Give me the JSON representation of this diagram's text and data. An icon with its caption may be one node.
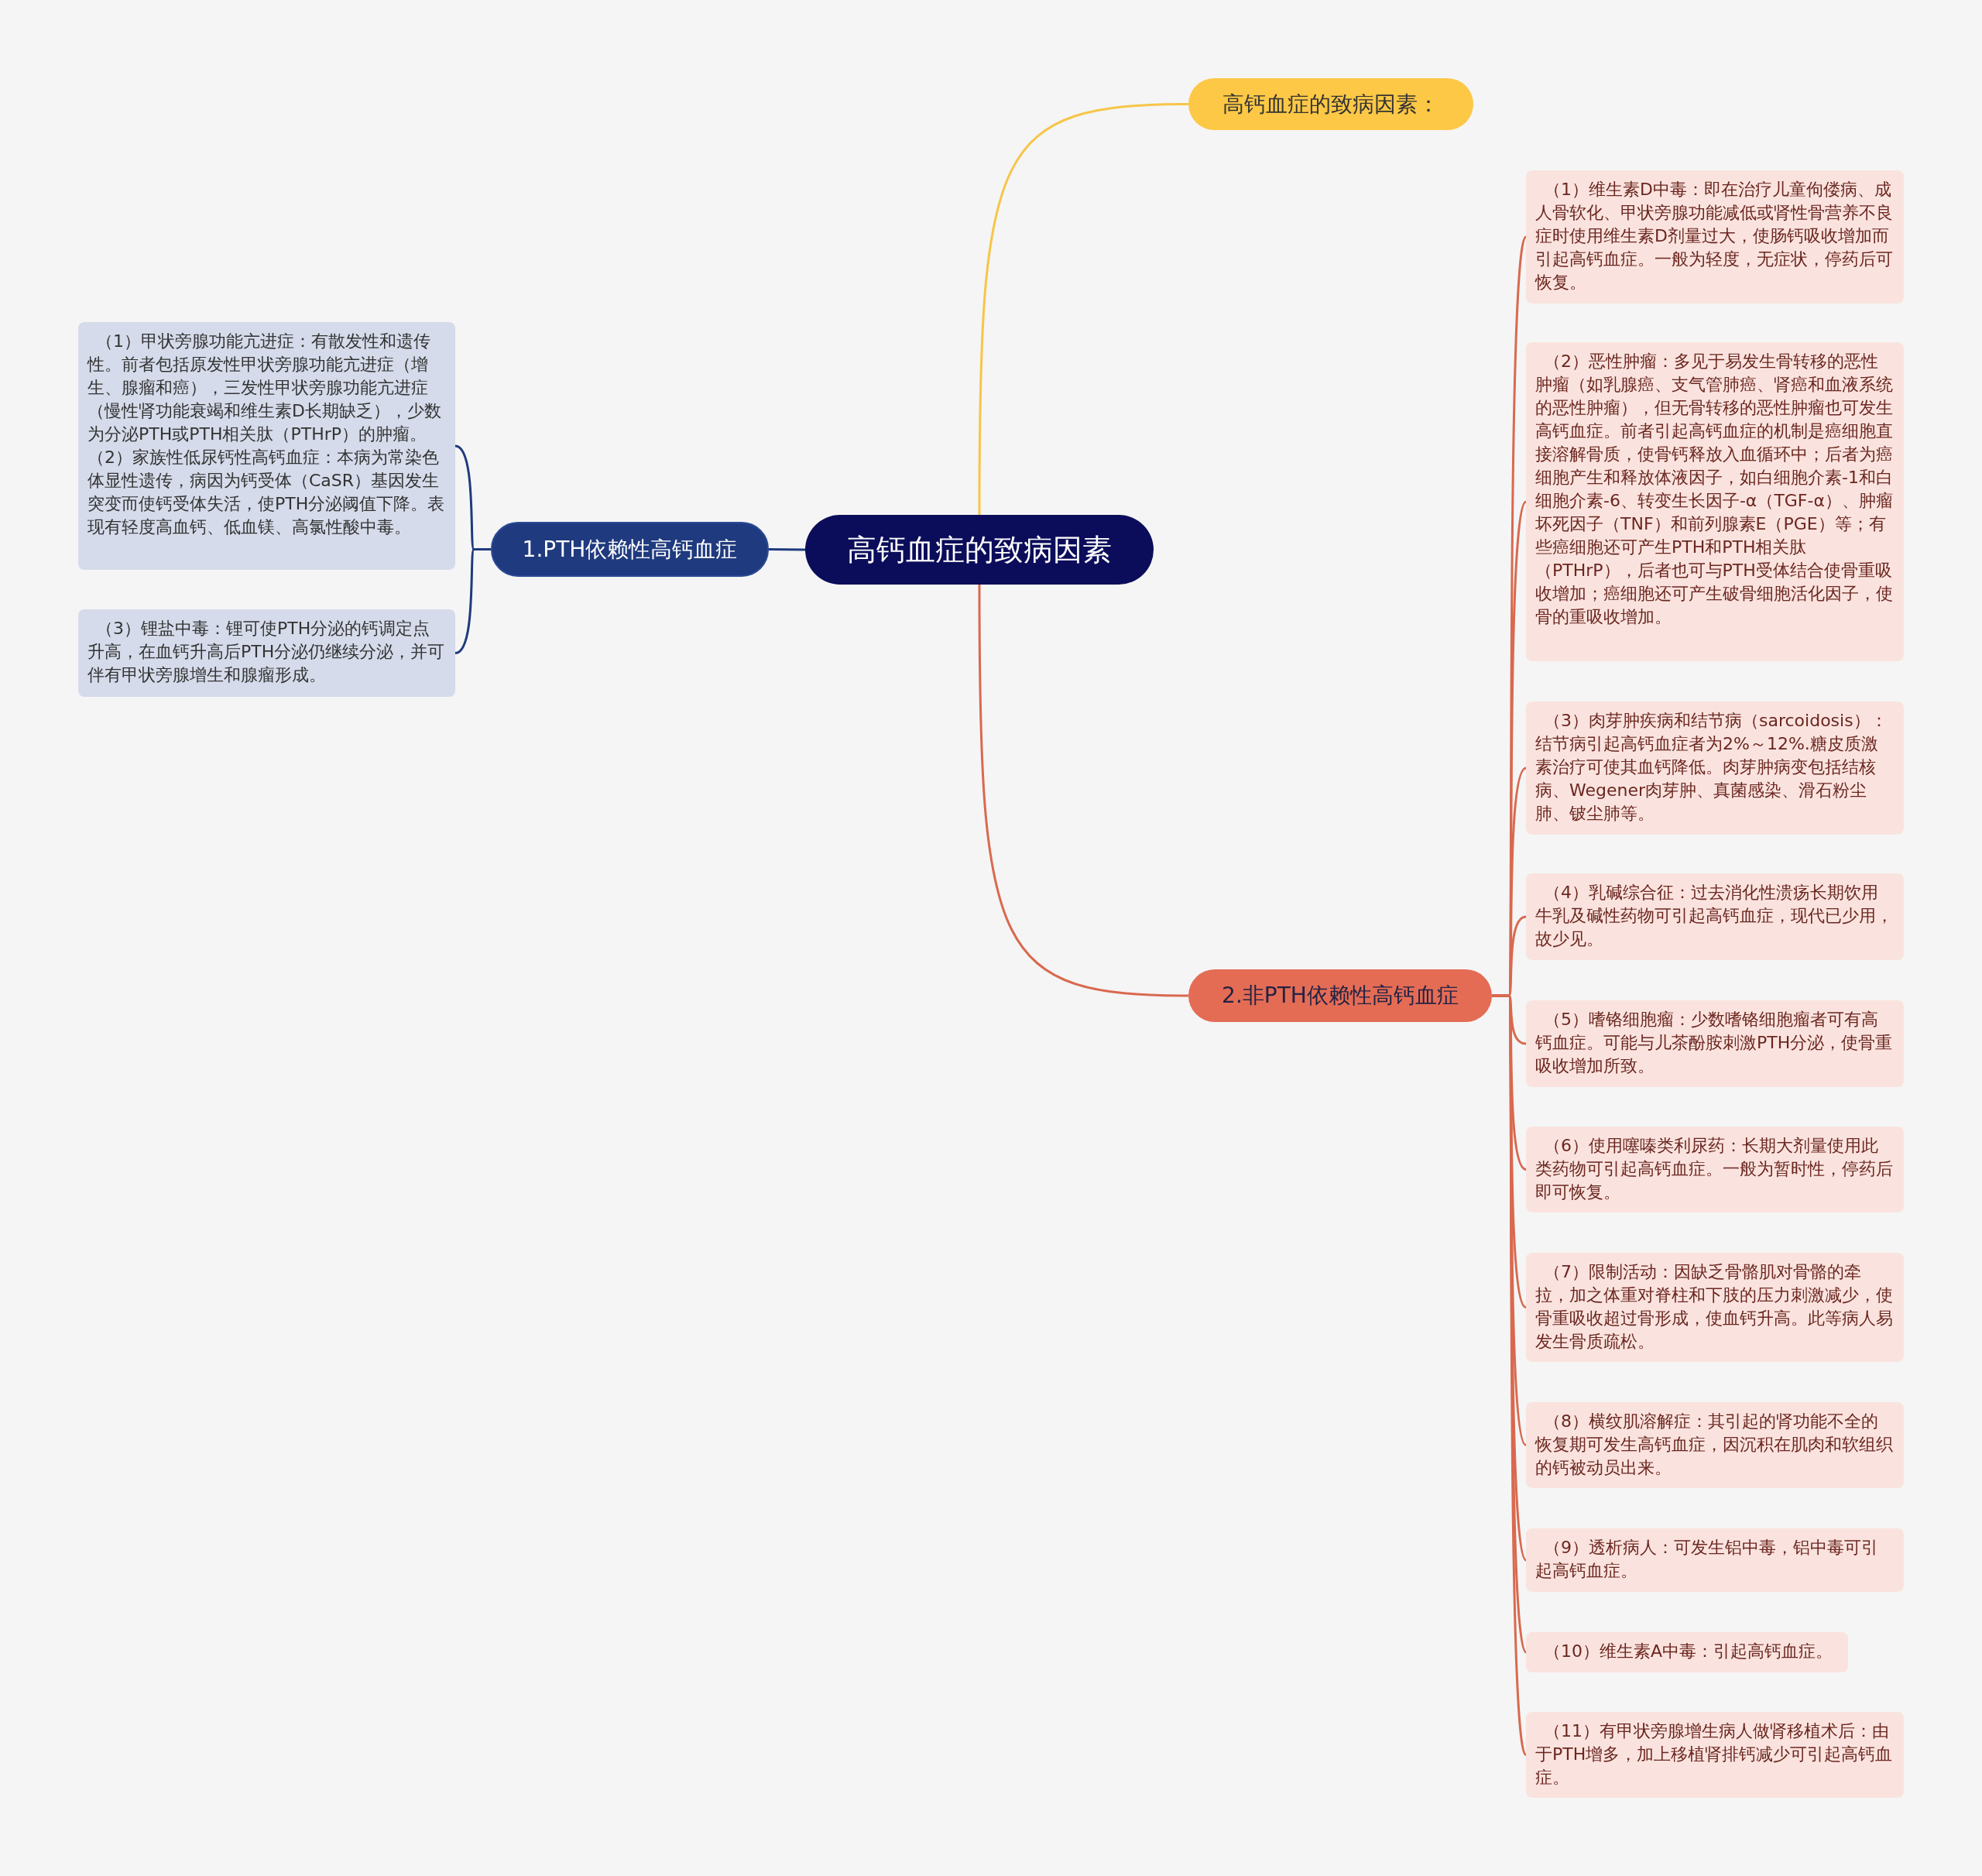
{
  "diagram": {
    "nodes": [
      {
        "text": [
          "高钙血症的致病因素"
        ]
      },
      {
        "text": [
          "高钙血症的致病因素："
        ]
      },
      {
        "text": [
          "1.PTH依赖性高钙血症"
        ]
      },
      {
        "text": [
          "（1）甲状旁腺功能亢进症：有散发性和遗传性。前者包括原发性甲状旁腺功能亢进症（增生、腺瘤和癌），三发性甲状旁腺功能亢进症（慢性肾功能衰竭和维生素D长期缺乏），少数为分泌PTH或PTH相关肽（PTHrP）的肿瘤。（2）家族性低尿钙性高钙血症：本病为常染色体显性遗传，病因为钙受体（CaSR）基因发生突变而使钙受体失活，使PTH分泌阈值下降。表现有轻度高血钙、低血镁、高氯性酸中毒。"
        ]
      },
      {
        "text": [
          "（3）锂盐中毒：锂可使PTH分泌的钙调定点升高，在血钙升高后PTH分泌仍继续分泌，并可伴有甲状旁腺增生和腺瘤形成。"
        ]
      },
      {
        "text": [
          "2.非PTH依赖性高钙血症"
        ]
      },
      {
        "text": [
          "（1）维生素D中毒：即在治疗儿童佝偻病、成人骨软化、甲状旁腺功能减低或肾性骨营养不良症时使用维生素D剂量过大，使肠钙吸收增加而引起高钙血症。一般为轻度，无症状，停药后可恢复。"
        ]
      },
      {
        "text": [
          "（2）恶性肿瘤：多见于易发生骨转移的恶性肿瘤（如乳腺癌、支气管肺癌、肾癌和血液系统的恶性肿瘤），但无骨转移的恶性肿瘤也可发生高钙血症。前者引起高钙血症的机制是癌细胞直接溶解骨质，使骨钙释放入血循环中；后者为癌细胞产生和释放体液因子，如白细胞介素-1和白细胞介素-6、转变生长因子-α（TGF-α）、肿瘤坏死因子（TNF）和前列腺素E（PGE）等；有些癌细胞还可产生PTH和PTH相关肽（PTHrP），后者也可与PTH受体结合使骨重吸收增加；癌细胞还可产生破骨细胞活化因子，使骨的重吸收增加。"
        ]
      },
      {
        "text": [
          "（3）肉芽肿疾病和结节病（sarcoidosis）：结节病引起高钙血症者为2%～12%.糖皮质激素治疗可使其血钙降低。肉芽肿病变包括结核病、Wegener肉芽肿、真菌感染、滑石粉尘肺、铍尘肺等。"
        ]
      },
      {
        "text": [
          "（4）乳碱综合征：过去消化性溃疡长期饮用牛乳及碱性药物可引起高钙血症，现代已少用，故少见。"
        ]
      },
      {
        "text": [
          "（5）嗜铬细胞瘤：少数嗜铬细胞瘤者可有高钙血症。可能与儿茶酚胺刺激PTH分泌，使骨重吸收增加所致。"
        ]
      },
      {
        "text": [
          "（6）使用噻嗪类利尿药：长期大剂量使用此类药物可引起高钙血症。一般为暂时性，停药后即可恢复。"
        ]
      },
      {
        "text": [
          "（7）限制活动：因缺乏骨骼肌对骨骼的牵拉，加之体重对脊柱和下肢的压力刺激减少，使骨重吸收超过骨形成，使血钙升高。此等病人易发生骨质疏松。"
        ]
      },
      {
        "text": [
          "（8）横纹肌溶解症：其引起的肾功能不全的恢复期可发生高钙血症，因沉积在肌肉和软组织的钙被动员出来。"
        ]
      },
      {
        "text": [
          "（9）透析病人：可发生铝中毒，铝中毒可引起高钙血症。"
        ]
      },
      {
        "text": [
          "（10）维生素A中毒：引起高钙血症。"
        ]
      },
      {
        "text": [
          "（11）有甲状旁腺增生病人做肾移植术后：由于PTH增多，加上移植肾排钙减少可引起高钙血症。"
        ]
      }
    ],
    "edges": [
      {
        "from": 0,
        "to": 1,
        "arrow": "none",
        "color": "#f7c548"
      },
      {
        "from": 0,
        "to": 2,
        "arrow": "none",
        "color": "#1f3a7e"
      },
      {
        "from": 2,
        "to": 3,
        "arrow": "none",
        "color": "#1f3a7e"
      },
      {
        "from": 2,
        "to": 4,
        "arrow": "none",
        "color": "#1f3a7e"
      },
      {
        "from": 0,
        "to": 5,
        "arrow": "none"
      },
      {
        "from": 5,
        "to": 6,
        "arrow": "none"
      },
      {
        "from": 5,
        "to": 7,
        "arrow": "none"
      },
      {
        "from": 5,
        "to": 8,
        "arrow": "none"
      },
      {
        "from": 5,
        "to": 9,
        "arrow": "none"
      },
      {
        "from": 5,
        "to": 10,
        "arrow": "none"
      },
      {
        "from": 5,
        "to": 11,
        "arrow": "none"
      },
      {
        "from": 5,
        "to": 12,
        "arrow": "none"
      },
      {
        "from": 5,
        "to": 13,
        "arrow": "none"
      },
      {
        "from": 5,
        "to": 14,
        "arrow": "none"
      },
      {
        "from": 5,
        "to": 15,
        "arrow": "none"
      },
      {
        "from": 5,
        "to": 16,
        "arrow": "none"
      }
    ]
  }
}
